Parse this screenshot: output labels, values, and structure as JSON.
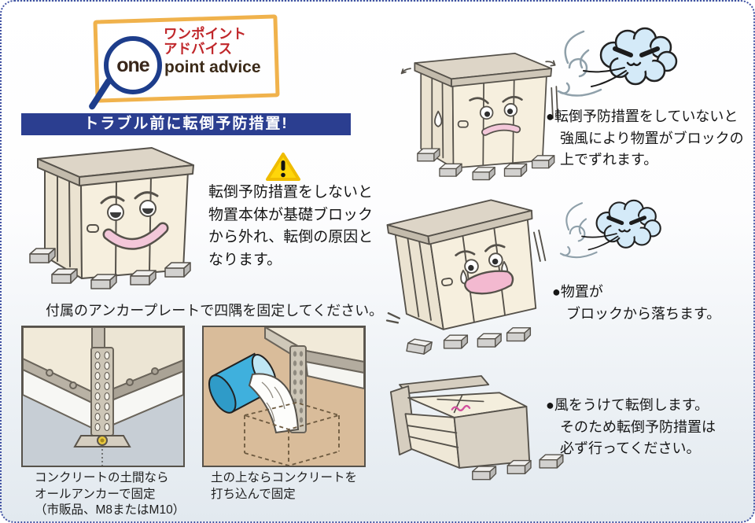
{
  "logo": {
    "one": "one",
    "jp": "ワンポイント\nアドバイス",
    "en": "point advice"
  },
  "banner": {
    "title": "トラブル前に転倒予防措置!"
  },
  "caution": {
    "icon": "warning-triangle",
    "text": "転倒予防措置をしないと\n物置本体が基礎ブロック\nから外れ、転倒の原因と\nなります。"
  },
  "anchor": {
    "instruction": "付属のアンカープレートで四隅を固定してください。",
    "photo1_caption": "コンクリートの土間なら\nオールアンカーで固定\n（市販品、M8またはM10）",
    "photo2_caption": "土の上ならコンクリートを\n打ち込んで固定"
  },
  "consequences": {
    "item1": "●転倒予防措置をしていないと\n　強風により物置がブロックの\n　上でずれます。",
    "item2": "●物置が\n　ブロックから落ちます。",
    "item3": "●風をうけて転倒します。\n　そのため転倒予防措置は\n　必ず行ってください。"
  },
  "icons": {
    "warning": "⚠",
    "bullet": "●"
  },
  "colors": {
    "banner_bg": "#2b3e90",
    "logo_red": "#c0272b",
    "logo_frame_yellow": "#f0b24c",
    "magnifier_navy": "#1d3d8b",
    "logo_brown": "#3b2a18",
    "shed_cream": "#f6efde",
    "shed_side": "#ebe3d1",
    "roof_gray": "#ddd5c7",
    "mouth_pink": "#f3c7d9",
    "cloud_blue": "#d4eaf8",
    "warning_yellow": "#ffd60a",
    "soil_tan": "#d9bc9a",
    "concrete_gray": "#c7ced5",
    "page_border_blue": "#4152a3"
  }
}
